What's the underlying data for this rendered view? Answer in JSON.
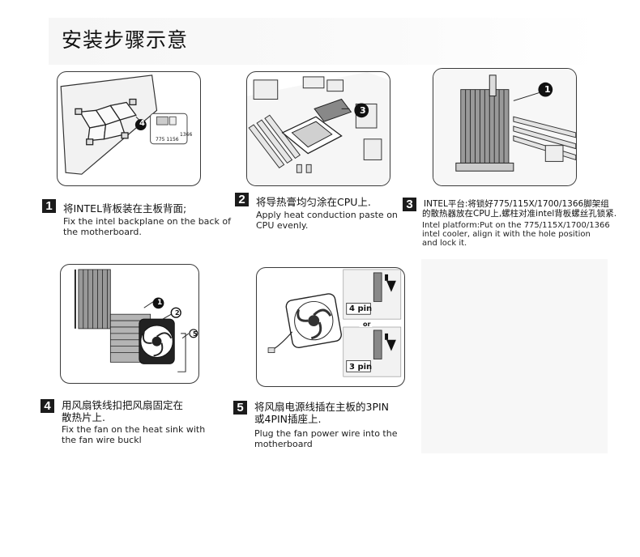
{
  "title": "安装步骤示意",
  "steps": [
    {
      "num": "1",
      "cn": "将INTEL背板装在主板背面;",
      "en_lines": [
        "Fix the intel backplane on the back of",
        "the motherboard."
      ],
      "callouts": [
        "4",
        "775 1156",
        "1366"
      ]
    },
    {
      "num": "2",
      "cn": "将导热膏均匀涂在CPU上.",
      "en_lines": [
        "Apply heat conduction paste on",
        "CPU evenly."
      ],
      "callouts": [
        "3"
      ]
    },
    {
      "num": "3",
      "cn_lines": [
        "INTEL平台:将锁好775/115X/1700/1366脚架组",
        "的散热器放在CPU上,螺柱对准intel背板螺丝孔锁紧."
      ],
      "en_lines": [
        "Intel platform:Put on the 775/115X/1700/1366",
        "intel cooler, align it with the hole position",
        "and lock it."
      ],
      "callouts": [
        "1"
      ]
    },
    {
      "num": "4",
      "cn_lines": [
        "用风扇铁线扣把风扇固定在",
        "散热片上."
      ],
      "en_lines": [
        "Fix the fan on the heat sink with",
        "the fan wire buckl"
      ],
      "callouts": [
        "1",
        "2",
        "5"
      ]
    },
    {
      "num": "5",
      "cn_lines": [
        "将风扇电源线插在主板的3PIN",
        "或4PIN插座上."
      ],
      "en_lines": [
        "Plug the fan power wire into the",
        "motherboard"
      ],
      "callouts": [
        "4 pin",
        "or",
        "3 pin"
      ]
    }
  ]
}
